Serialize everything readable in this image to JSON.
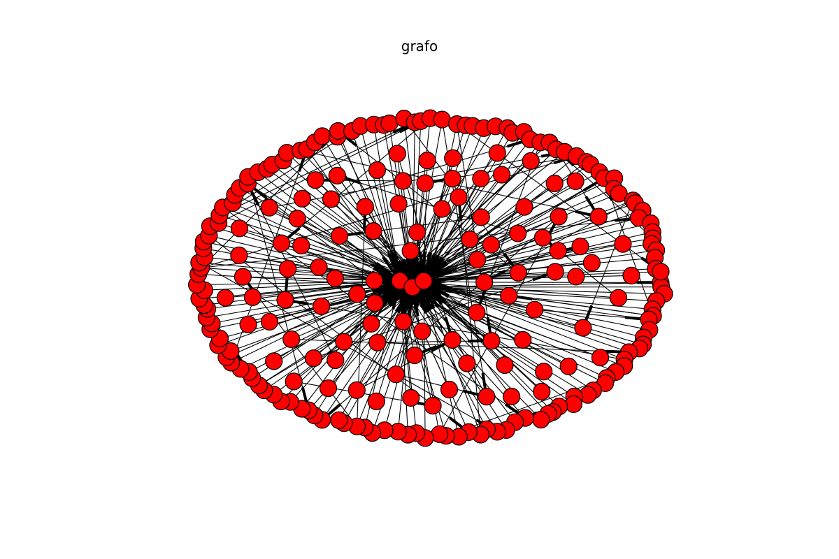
{
  "title": "grafo",
  "colors": {
    "node_fill": "#ff0000",
    "node_stroke": "#000000",
    "edge": "#000000",
    "background": "#ffffff"
  },
  "graph": {
    "layout": "spring",
    "hub_count": 3,
    "inner_node_count": 96,
    "outer_ring_node_count": 140
  }
}
